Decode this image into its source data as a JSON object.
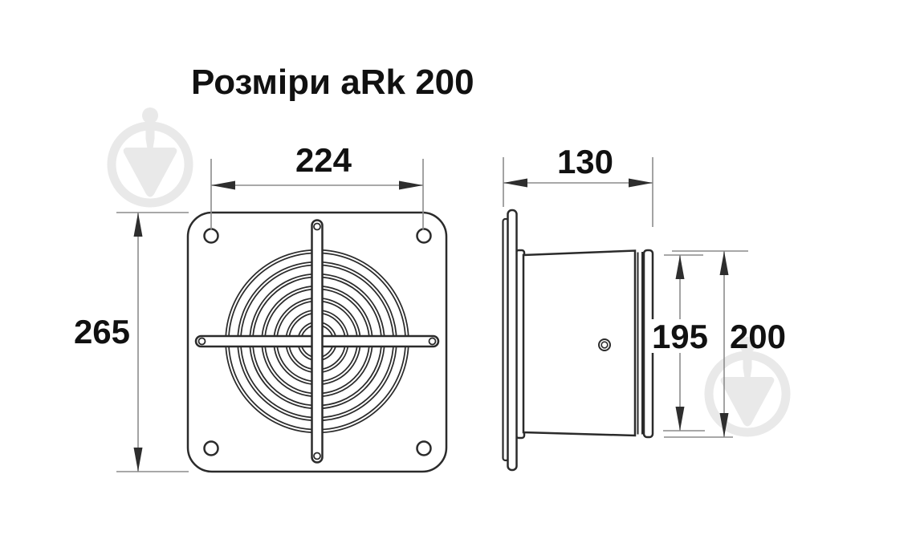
{
  "title": "Розміри aRk 200",
  "product": {
    "model": "aRk 200"
  },
  "dims": {
    "front_width": "224",
    "front_height": "265",
    "side_depth": "130",
    "inner_diameter": "195",
    "outer_diameter": "200"
  },
  "watermark": {
    "icon": "trowel-in-circle-logo",
    "count": 2,
    "color": "#e9e9e9"
  },
  "colors": {
    "background": "#ffffff",
    "drawing_line": "#2b2b2b",
    "dimension_line": "#8c8c8c",
    "arrow": "#2e2e2e",
    "text": "#111111"
  }
}
